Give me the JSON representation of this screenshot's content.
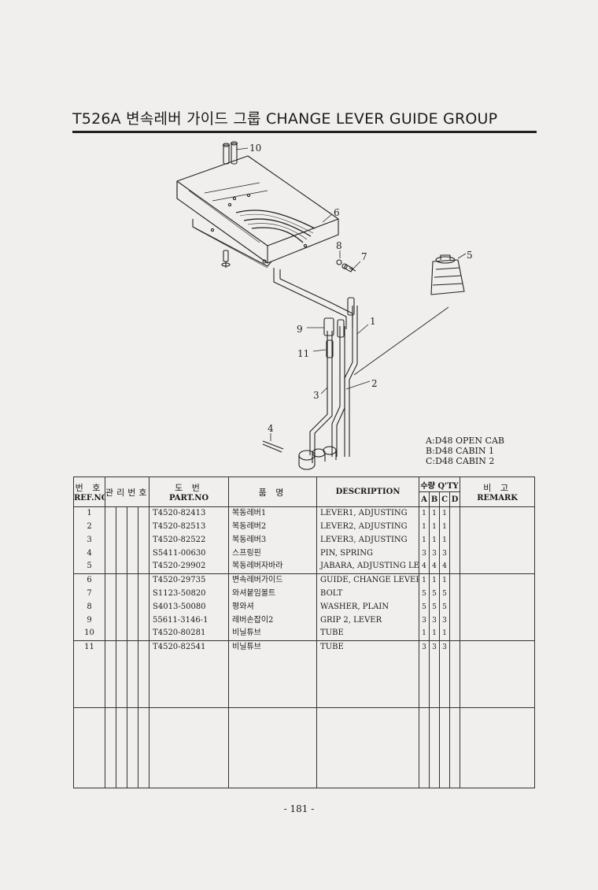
{
  "header": {
    "title": "T526A 변속레버 가이드 그룹 CHANGE LEVER GUIDE GROUP"
  },
  "diagram": {
    "callouts": [
      "10",
      "6",
      "8",
      "7",
      "5",
      "9",
      "1",
      "11",
      "2",
      "3",
      "4"
    ]
  },
  "legend": [
    "A:D48 OPEN CAB",
    "B:D48 CABIN 1",
    "C:D48 CABIN 2"
  ],
  "table": {
    "headers": {
      "refno_ko": "번 호",
      "refno": "REF.NO",
      "mgmt_ko": "관리번호",
      "partno_ko": "도 번",
      "partno": "PART.NO",
      "name_ko": "품 명",
      "description": "DESCRIPTION",
      "qty_ko": "수량 Q'TY",
      "qty_a": "A",
      "qty_b": "B",
      "qty_c": "C",
      "qty_d": "D",
      "remark_ko": "비 고",
      "remark": "REMARK"
    },
    "rows": [
      {
        "ref": "1",
        "part": "T4520-82413",
        "name": "복동레버1",
        "desc": "LEVER1, ADJUSTING",
        "a": "1",
        "b": "1",
        "c": "1",
        "d": ""
      },
      {
        "ref": "2",
        "part": "T4520-82513",
        "name": "복동레버2",
        "desc": "LEVER2, ADJUSTING",
        "a": "1",
        "b": "1",
        "c": "1",
        "d": ""
      },
      {
        "ref": "3",
        "part": "T4520-82522",
        "name": "복동레버3",
        "desc": "LEVER3, ADJUSTING",
        "a": "1",
        "b": "1",
        "c": "1",
        "d": ""
      },
      {
        "ref": "4",
        "part": "S5411-00630",
        "name": "스프링핀",
        "desc": "PIN, SPRING",
        "a": "3",
        "b": "3",
        "c": "3",
        "d": ""
      },
      {
        "ref": "5",
        "part": "T4520-29902",
        "name": "복동레버자바라",
        "desc": "JABARA, ADJUSTING LEVER",
        "a": "4",
        "b": "4",
        "c": "4",
        "d": ""
      },
      {
        "ref": "6",
        "part": "T4520-29735",
        "name": "변속레버가이드",
        "desc": "GUIDE, CHANGE LEVER",
        "a": "1",
        "b": "1",
        "c": "1",
        "d": ""
      },
      {
        "ref": "7",
        "part": "S1123-50820",
        "name": "와셔붙임볼트",
        "desc": "BOLT",
        "a": "5",
        "b": "5",
        "c": "5",
        "d": ""
      },
      {
        "ref": "8",
        "part": "S4013-50080",
        "name": "평와셔",
        "desc": "WASHER, PLAIN",
        "a": "5",
        "b": "5",
        "c": "5",
        "d": ""
      },
      {
        "ref": "9",
        "part": "55611-3146-1",
        "name": "레버손잡이2",
        "desc": "GRIP 2, LEVER",
        "a": "3",
        "b": "3",
        "c": "3",
        "d": ""
      },
      {
        "ref": "10",
        "part": "T4520-80281",
        "name": "비닐튜브",
        "desc": "TUBE",
        "a": "1",
        "b": "1",
        "c": "1",
        "d": ""
      },
      {
        "ref": "11",
        "part": "T4520-82541",
        "name": "비닐튜브",
        "desc": "TUBE",
        "a": "3",
        "b": "3",
        "c": "3",
        "d": ""
      }
    ]
  },
  "footer": {
    "page": "- 181 -"
  }
}
